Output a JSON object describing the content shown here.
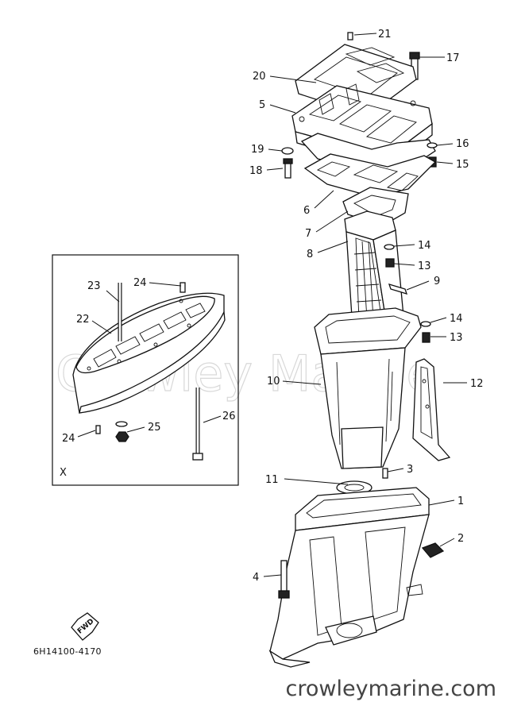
{
  "watermark": "Crowley Marine",
  "drawing_code": "6H14100-4170",
  "site_credit": "crowleymarine.com",
  "inset_marker": "X",
  "fwd_label": "FWD",
  "callouts": {
    "c1": "1",
    "c2": "2",
    "c3": "3",
    "c4": "4",
    "c5": "5",
    "c6": "6",
    "c7": "7",
    "c8": "8",
    "c9": "9",
    "c10": "10",
    "c11": "11",
    "c12": "12",
    "c13a": "13",
    "c13b": "13",
    "c14a": "14",
    "c14b": "14",
    "c15": "15",
    "c16": "16",
    "c17": "17",
    "c18": "18",
    "c19": "19",
    "c20": "20",
    "c21": "21",
    "c22": "22",
    "c23": "23",
    "c24a": "24",
    "c24b": "24",
    "c25": "25",
    "c26": "26"
  }
}
